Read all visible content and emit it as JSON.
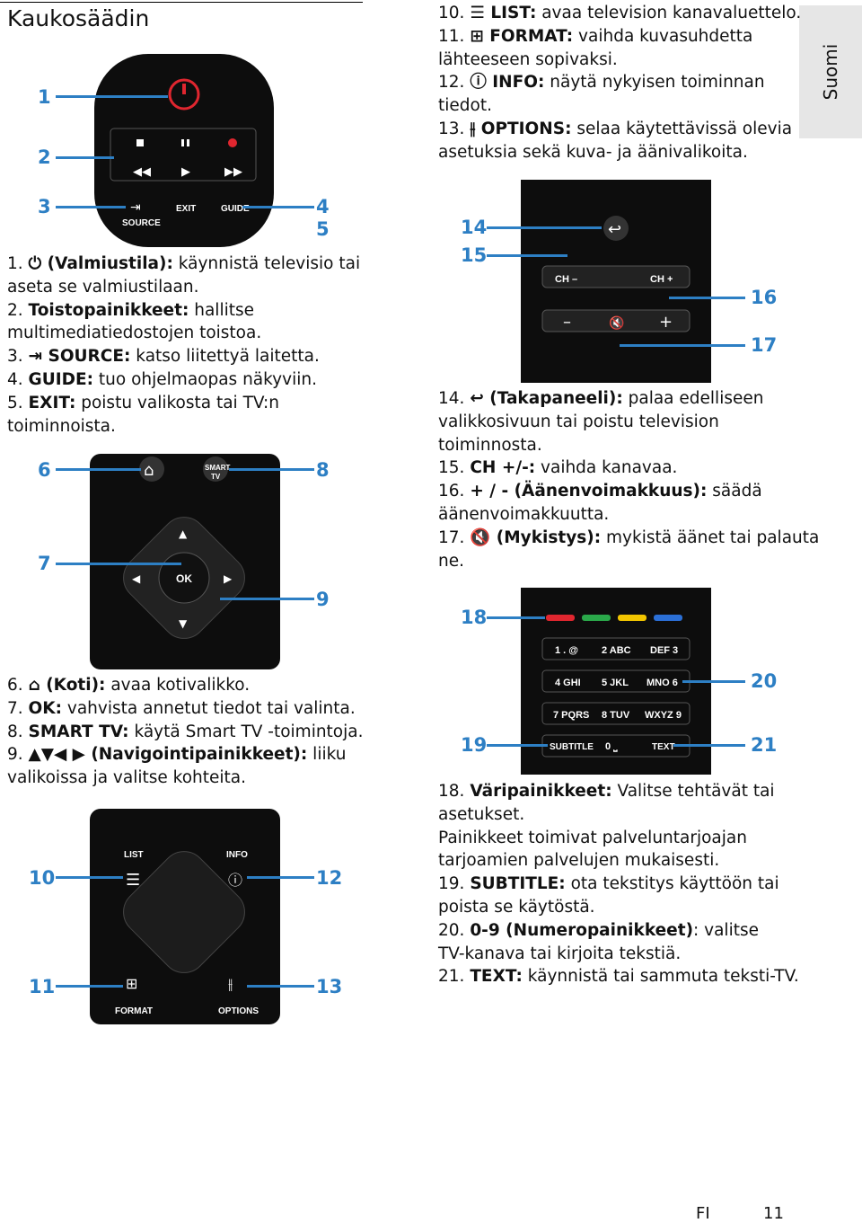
{
  "header": {
    "title": "Kaukosäädin",
    "language_tab": "Suomi"
  },
  "callouts": [
    "1",
    "2",
    "3",
    "4",
    "5",
    "6",
    "7",
    "8",
    "9",
    "10",
    "11",
    "12",
    "13",
    "14",
    "15",
    "16",
    "17",
    "18",
    "19",
    "20",
    "21"
  ],
  "remote_labels": {
    "source": "SOURCE",
    "exit": "EXIT",
    "guide": "GUIDE",
    "smart": "SMART",
    "tv": "TV",
    "ok": "OK",
    "list": "LIST",
    "info": "INFO",
    "format": "FORMAT",
    "options": "OPTIONS",
    "ch_minus": "CH –",
    "ch_plus": "CH +",
    "k1": "1 . @",
    "k2": "2 ABC",
    "k3": "DEF 3",
    "k4": "4 GHI",
    "k5": "5 JKL",
    "k6": "MNO 6",
    "k7": "7 PQRS",
    "k8": "8 TUV",
    "k9": "WXYZ 9",
    "subtitle": "SUBTITLE",
    "k0": "0 ⎵",
    "text": "TEXT"
  },
  "text_block_1": [
    [
      "1. ",
      "⏻ (Valmiustila):",
      " käynnistä televisio tai"
    ],
    [
      "",
      "",
      "aseta se valmiustilaan."
    ],
    [
      "2. ",
      "Toistopainikkeet:",
      " hallitse"
    ],
    [
      "",
      "",
      "multimediatiedostojen toistoa."
    ],
    [
      "3. ",
      "⇥ SOURCE:",
      " katso liitettyä laitetta."
    ],
    [
      "4. ",
      "GUIDE:",
      " tuo ohjelmaopas näkyviin."
    ],
    [
      "5. ",
      "EXIT:",
      " poistu valikosta tai TV:n"
    ],
    [
      "",
      "",
      "toiminnoista."
    ]
  ],
  "text_block_2": [
    [
      "10. ",
      "☰ LIST:",
      " avaa television kanavaluettelo."
    ],
    [
      "11. ",
      "⊞ FORMAT:",
      " vaihda kuvasuhdetta"
    ],
    [
      "",
      "",
      "lähteeseen sopivaksi."
    ],
    [
      "12. ",
      "ⓘ INFO:",
      " näytä nykyisen toiminnan"
    ],
    [
      "",
      "",
      "tiedot."
    ],
    [
      "13. ",
      "⫲ OPTIONS:",
      " selaa käytettävissä olevia"
    ],
    [
      "",
      "",
      "asetuksia sekä kuva- ja äänivalikoita."
    ]
  ],
  "text_block_3": [
    [
      "14. ",
      "↩ (Takapaneeli):",
      " palaa edelliseen"
    ],
    [
      "",
      "",
      "valikkosivuun tai poistu television"
    ],
    [
      "",
      "",
      "toiminnosta."
    ],
    [
      "15. ",
      "CH +/-:",
      " vaihda kanavaa."
    ],
    [
      "16. ",
      "+ / - (Äänenvoimakkuus):",
      " säädä"
    ],
    [
      "",
      "",
      "äänenvoimakkuutta."
    ],
    [
      "17. ",
      "🔇 (Mykistys):",
      " mykistä äänet tai palauta"
    ],
    [
      "",
      "",
      "ne."
    ]
  ],
  "text_block_4": [
    [
      "6. ",
      "⌂ (Koti):",
      " avaa kotivalikko."
    ],
    [
      "7. ",
      "OK:",
      " vahvista annetut tiedot tai valinta."
    ],
    [
      "8. ",
      "SMART TV:",
      " käytä Smart TV -toimintoja."
    ],
    [
      "9. ",
      "▲▼◀ ▶ (Navigointipainikkeet):",
      " liiku"
    ],
    [
      "",
      "",
      "valikoissa ja valitse kohteita."
    ]
  ],
  "text_block_5": [
    [
      "18. ",
      "Väripainikkeet:",
      " Valitse tehtävät tai"
    ],
    [
      "",
      "",
      "asetukset."
    ],
    [
      "",
      "",
      "Painikkeet toimivat palveluntarjoajan"
    ],
    [
      "",
      "",
      "tarjoamien palvelujen mukaisesti."
    ],
    [
      "19. ",
      "SUBTITLE:",
      " ota tekstitys käyttöön tai"
    ],
    [
      "",
      "",
      "poista se käytöstä."
    ],
    [
      "20. ",
      "0-9 (Numeropainikkeet)",
      ": valitse"
    ],
    [
      "",
      "",
      "TV-kanava tai kirjoita tekstiä."
    ],
    [
      "21. ",
      "TEXT:",
      " käynnistä tai sammuta teksti-TV."
    ]
  ],
  "footer": {
    "lang": "FI",
    "page": "11"
  },
  "colors": {
    "accent": "#2d7fc4",
    "red": "#e0262f",
    "green": "#2aa84a",
    "yellow": "#f2c500",
    "blue": "#2b6fd6"
  }
}
